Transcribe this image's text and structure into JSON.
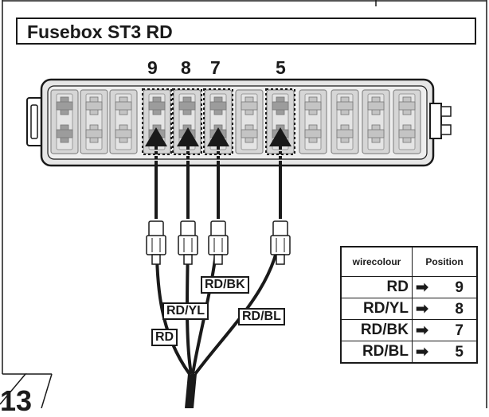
{
  "title": "Fusebox ST3 RD",
  "positions": [
    "9",
    "8",
    "7",
    "5"
  ],
  "wire_labels": [
    "RD/BK",
    "RD/YL",
    "RD/BL",
    "RD"
  ],
  "legend": {
    "headers": [
      "wirecolour",
      "Position"
    ],
    "rows": [
      {
        "wire": "RD",
        "position": "9"
      },
      {
        "wire": "RD/YL",
        "position": "8"
      },
      {
        "wire": "RD/BK",
        "position": "7"
      },
      {
        "wire": "RD/BL",
        "position": "5"
      }
    ]
  },
  "page_number": "13",
  "colors": {
    "line": "#1a1a1a",
    "fusebox_body": "#e6e6e6",
    "fuse_fill": "#d6d6d6",
    "connector_block": "#b4b4b4"
  }
}
